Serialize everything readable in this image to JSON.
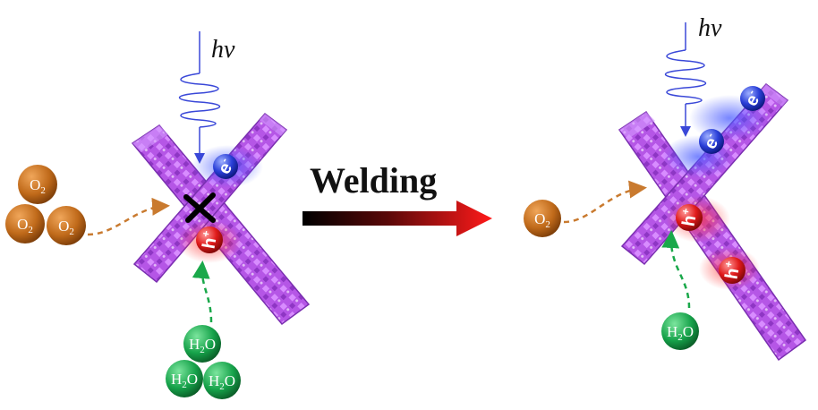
{
  "photon_label": "hv",
  "process_label": "Welding",
  "species": {
    "oxygen": "O2",
    "water": "H2O",
    "electron": "e-",
    "hole": "h+"
  },
  "colors": {
    "rod": "#b04fe0",
    "rod_dark": "#7a2fb0",
    "oxygen": "#c06a1a",
    "water": "#16a24a",
    "electron": "#2a3fd8",
    "hole": "#e01a1a",
    "arrow_start": "#000000",
    "arrow_end": "#ff1a1a",
    "oxygen_path": "#c97a2f",
    "water_path": "#1aa84a",
    "photon": "#3a48d8"
  },
  "left_panel": {
    "junction_blocked": true,
    "oxygen_count": 3,
    "water_count": 3,
    "electron_count": 1,
    "hole_count": 1
  },
  "right_panel": {
    "junction_blocked": false,
    "oxygen_count": 1,
    "water_count": 1,
    "electron_count": 2,
    "hole_count": 2
  }
}
